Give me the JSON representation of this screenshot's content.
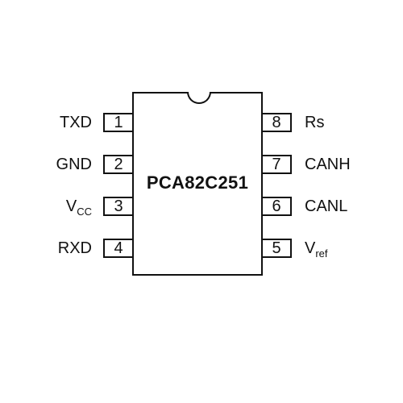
{
  "chip": {
    "part_number": "PCA82C251"
  },
  "pins_left": [
    {
      "number": "1",
      "label": "TXD",
      "sub": ""
    },
    {
      "number": "2",
      "label": "GND",
      "sub": ""
    },
    {
      "number": "3",
      "label": "V",
      "sub": "CC"
    },
    {
      "number": "4",
      "label": "RXD",
      "sub": ""
    }
  ],
  "pins_right": [
    {
      "number": "8",
      "label": "Rs",
      "sub": ""
    },
    {
      "number": "7",
      "label": "CANH",
      "sub": ""
    },
    {
      "number": "6",
      "label": "CANL",
      "sub": ""
    },
    {
      "number": "5",
      "label": "V",
      "sub": "ref"
    }
  ]
}
